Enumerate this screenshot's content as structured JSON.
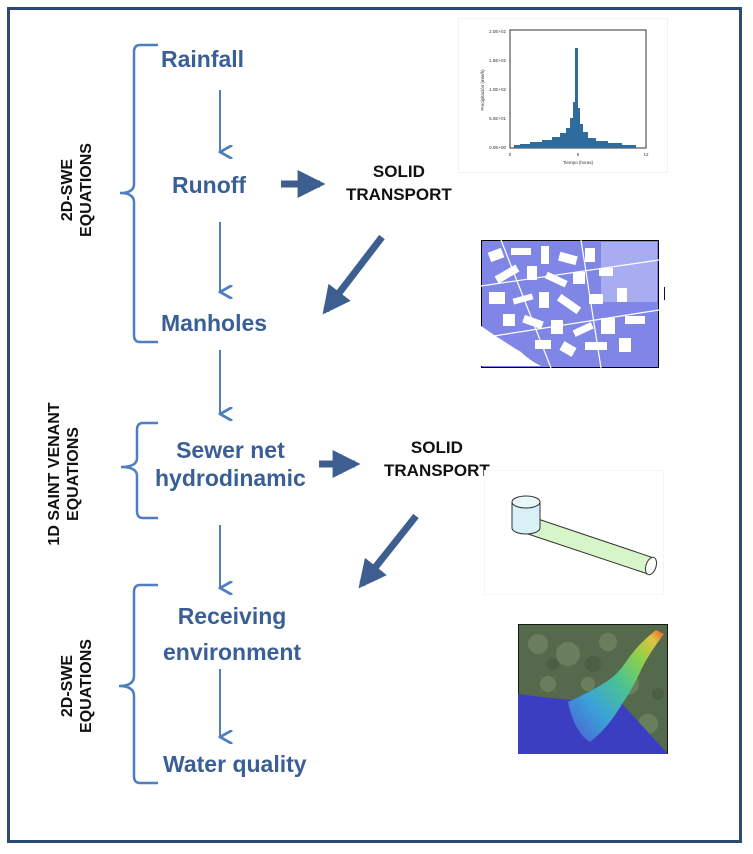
{
  "stages": {
    "rainfall": "Rainfall",
    "runoff": "Runoff",
    "manholes": "Manholes",
    "sewer_line1": "Sewer net",
    "sewer_line2": "hydrodinamic",
    "receiving_line1": "Receiving",
    "receiving_line2": "environment",
    "water_quality": "Water quality"
  },
  "solid_transport": [
    {
      "line1": "SOLID",
      "line2": "TRANSPORT"
    },
    {
      "line1": "SOLID",
      "line2": "TRANSPORT"
    }
  ],
  "equation_groups": [
    {
      "line1": "2D-SWE",
      "line2": "EQUATIONS"
    },
    {
      "line1": "1D SAINT VENANT",
      "line2": "EQUATIONS"
    },
    {
      "line1": "2D-SWE",
      "line2": "EQUATIONS"
    }
  ],
  "hyetograph": {
    "ylabel": "Precipitación (mm/h)",
    "xlabel": "Tiempo (horas)",
    "y_ticks": [
      "2.0E+02",
      "1.5E+02",
      "1.0E+02",
      "5.0E+01",
      "0.0E+00"
    ],
    "x_ticks": [
      "0",
      "6",
      "12"
    ]
  },
  "colors": {
    "stage_text": "#3a5f96",
    "arrow": "#4f7fbf",
    "bold_arrow": "#3d5f8f",
    "bracket": "#4f7fbf",
    "frame": "#2c4a72"
  }
}
